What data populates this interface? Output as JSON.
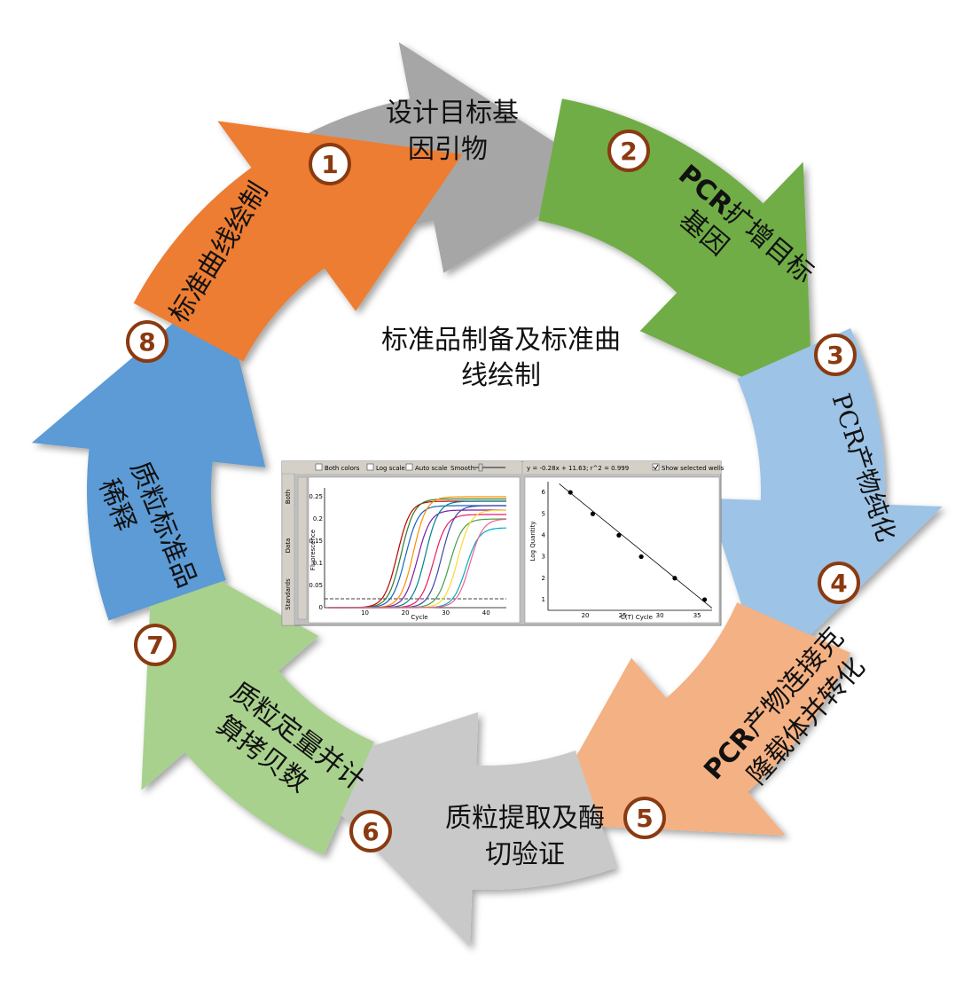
{
  "center": {
    "title_line1": "标准品制备及标准曲",
    "title_line2": "线绘制"
  },
  "steps": [
    {
      "num": "1",
      "line1": "设计目标基",
      "line2": "因引物",
      "color": "#a6a6a6"
    },
    {
      "num": "2",
      "line1_bold": "PCR",
      "line1": "扩增目标",
      "line2": "基因",
      "color": "#70ad47"
    },
    {
      "num": "3",
      "line1": "PCR产物纯化",
      "color": "#9dc3e6"
    },
    {
      "num": "4",
      "line1_bold": "PCR",
      "line1": "产物连接克",
      "line2": "隆载体并转化",
      "color": "#f4b183"
    },
    {
      "num": "5",
      "line1": "质粒提取及酶",
      "line2": "切验证",
      "color": "#c9c9c9"
    },
    {
      "num": "6",
      "line1": "质粒定量并计",
      "line2": "算拷贝数",
      "color": "#a9d18e"
    },
    {
      "num": "7",
      "line1": "质粒标准品",
      "line2": "稀释",
      "color": "#5b9bd5"
    },
    {
      "num": "8",
      "line1": "标准曲线绘制",
      "color": "#ed7d31"
    }
  ],
  "inset": {
    "amp_toolbar": [
      "Both colors",
      "Log scale",
      "Auto scale",
      "Smooth:"
    ],
    "side_tabs": [
      "Both",
      "Data",
      "Standards"
    ],
    "amp_ylabel": "Fluorescence",
    "amp_xlabel": "Cycle",
    "amp_yticks": [
      "0.25",
      "0.2",
      "0.15",
      "0.1",
      "0.05",
      "0"
    ],
    "amp_xticks": [
      "10",
      "20",
      "30",
      "40"
    ],
    "std_equation": "y = -0.28x + 11.63;  r^2 = 0.999",
    "std_checkbox": "Show selected wells",
    "std_ylabel": "Log Quantity",
    "std_xlabel": "C(T) Cycle",
    "std_yticks": [
      "6",
      "5",
      "4",
      "3",
      "2",
      "1"
    ],
    "std_xticks": [
      "20",
      "25",
      "30",
      "35"
    ]
  },
  "chart_data": {
    "type": "scatter",
    "xlabel": "C(T) Cycle",
    "ylabel": "Log Quantity",
    "x": [
      18,
      21,
      24.5,
      27.5,
      32,
      36
    ],
    "y": [
      6,
      5,
      4,
      3,
      2,
      1
    ],
    "xlim": [
      15,
      37
    ],
    "ylim": [
      0.5,
      6.5
    ]
  }
}
